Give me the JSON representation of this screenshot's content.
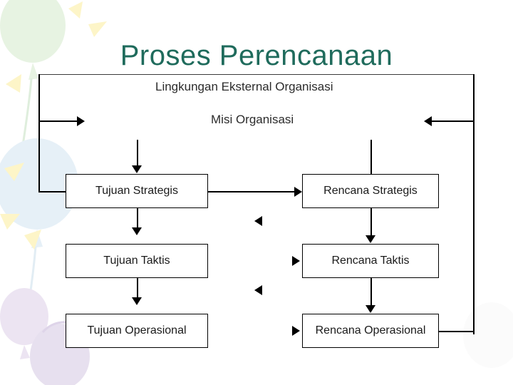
{
  "slide": {
    "title": "Proses Perencanaan"
  },
  "diagram": {
    "labels": {
      "external_env": "Lingkungan Eksternal Organisasi",
      "mission": "Misi Organisasi"
    },
    "left_column": [
      {
        "label": "Tujuan Strategis"
      },
      {
        "label": "Tujuan Taktis"
      },
      {
        "label": "Tujuan Operasional"
      }
    ],
    "right_column": [
      {
        "label": "Rencana Strategis"
      },
      {
        "label": "Rencana Taktis"
      },
      {
        "label": "Rencana Operasional"
      }
    ],
    "colors": {
      "title": "#1f6b5c",
      "box_border": "#000000",
      "box_fill": "#ffffff",
      "connector": "#000000",
      "label_text": "#2b2b2b"
    },
    "icons": {
      "down": "arrow-down-icon",
      "right": "arrow-right-icon",
      "left": "arrow-left-icon"
    }
  }
}
